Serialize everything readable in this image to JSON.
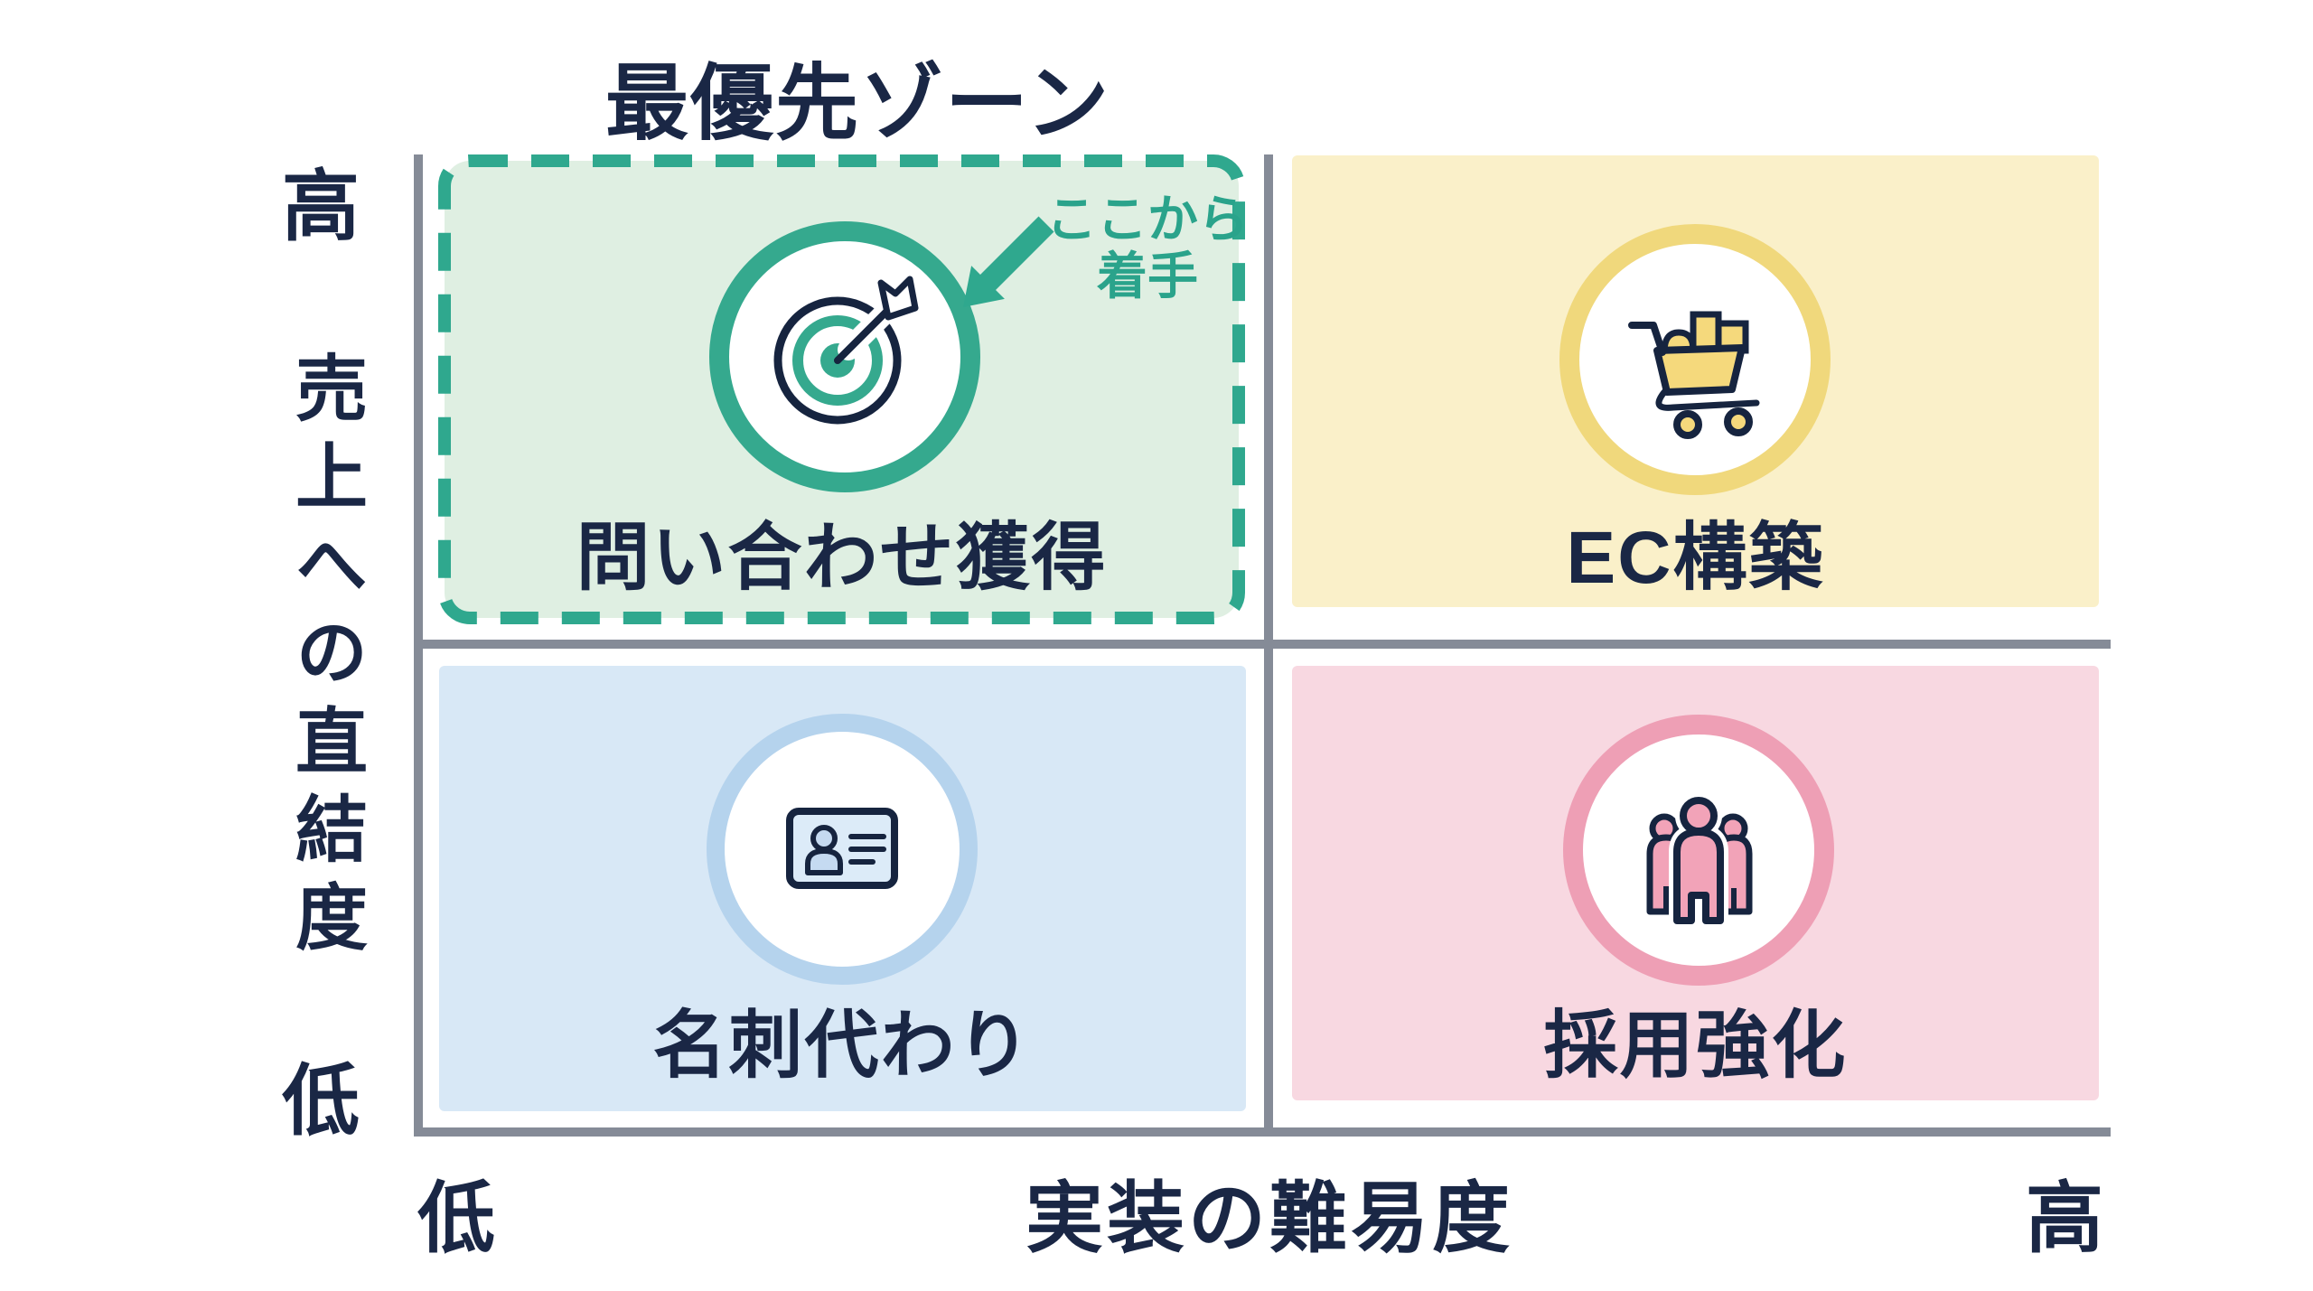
{
  "title": "最優先ゾーン",
  "annotation": {
    "line1": "ここから",
    "line2": "着手"
  },
  "y_axis": {
    "high": "高",
    "label": "売上への直結度",
    "low": "低"
  },
  "x_axis": {
    "low": "低",
    "label": "実装の難易度",
    "high": "高"
  },
  "quadrants": [
    {
      "position": "top-left",
      "label": "問い合わせ獲得",
      "icon": "target-icon",
      "bg": "#dfefe2",
      "ring": "#35a98e",
      "highlight": "dashed-teal-border"
    },
    {
      "position": "top-right",
      "label": "EC構築",
      "icon": "shopping-cart-icon",
      "bg": "#faf0c9",
      "ring": "#f0d87c"
    },
    {
      "position": "bottom-left",
      "label": "名刺代わり",
      "icon": "business-card-icon",
      "bg": "#d8e8f6",
      "ring": "#b5d3ed"
    },
    {
      "position": "bottom-right",
      "label": "採用強化",
      "icon": "people-icon",
      "bg": "#f8d8e1",
      "ring": "#ee9fb5"
    }
  ],
  "matrix": {
    "type": "quadrant-2x2",
    "x_dimension": "実装の難易度 (低→高)",
    "y_dimension": "売上への直結度 (低→高)",
    "priority_zone": "問い合わせ獲得 (高直結度 × 低難易度)",
    "axis_line_color": "#858b97",
    "text_color": "#1a2745",
    "accent_teal": "#2aa38b"
  }
}
